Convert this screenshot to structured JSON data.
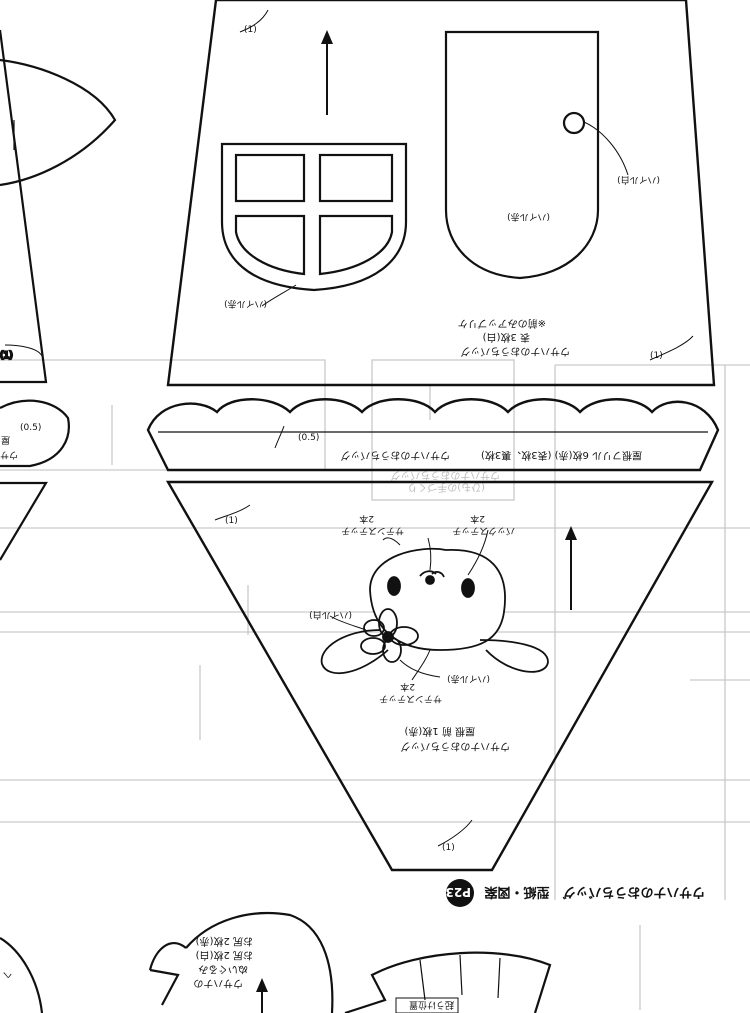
{
  "page_header": {
    "page_number": "P23",
    "title": "ウサハナのおうちバッグ　型紙・図案"
  },
  "seam_allowances": {
    "default": "(1)",
    "scallop": "(0.5)"
  },
  "house_body_piece": {
    "name": "ウサハナのおうちバッグ",
    "qty": "表 3枚(白)",
    "note": "※前のみアップリケ",
    "window_label": "(ハイル赤)",
    "door_label": "(ハイル赤)",
    "doorknob_label": "(ハイル白)"
  },
  "scallop_piece": {
    "name": "ウサハナのおうちバッグ",
    "detail": "屋根フリル 6枚(赤) (表3枚、裏3枚)"
  },
  "roof_piece": {
    "name": "ウサハナのおうちバッグ",
    "detail": "屋根 前 1枚(赤)",
    "stitch_top_left": "サテンステッチ\n2本",
    "stitch_top_right": "バックステッチ\n2本",
    "stitch_bottom": "サテンステッチ\n2本",
    "label_white": "(ハイル白)",
    "label_red": "(ハイル赤)"
  },
  "circle_piece": {
    "title": "ウサハナの",
    "line2": "ぬいぐるみ",
    "line3": "お尻 2枚(白)",
    "line4": "お尻 2枚(赤)"
  },
  "partial_labels": {
    "left_edge": "ウサ",
    "left_edge2": "屋",
    "bottom_label": "起うけ位置"
  },
  "ghost_text": {
    "show_through_1": "ウサハナのおうちバッグ",
    "show_through_2": "(ひも)の手づくり"
  }
}
